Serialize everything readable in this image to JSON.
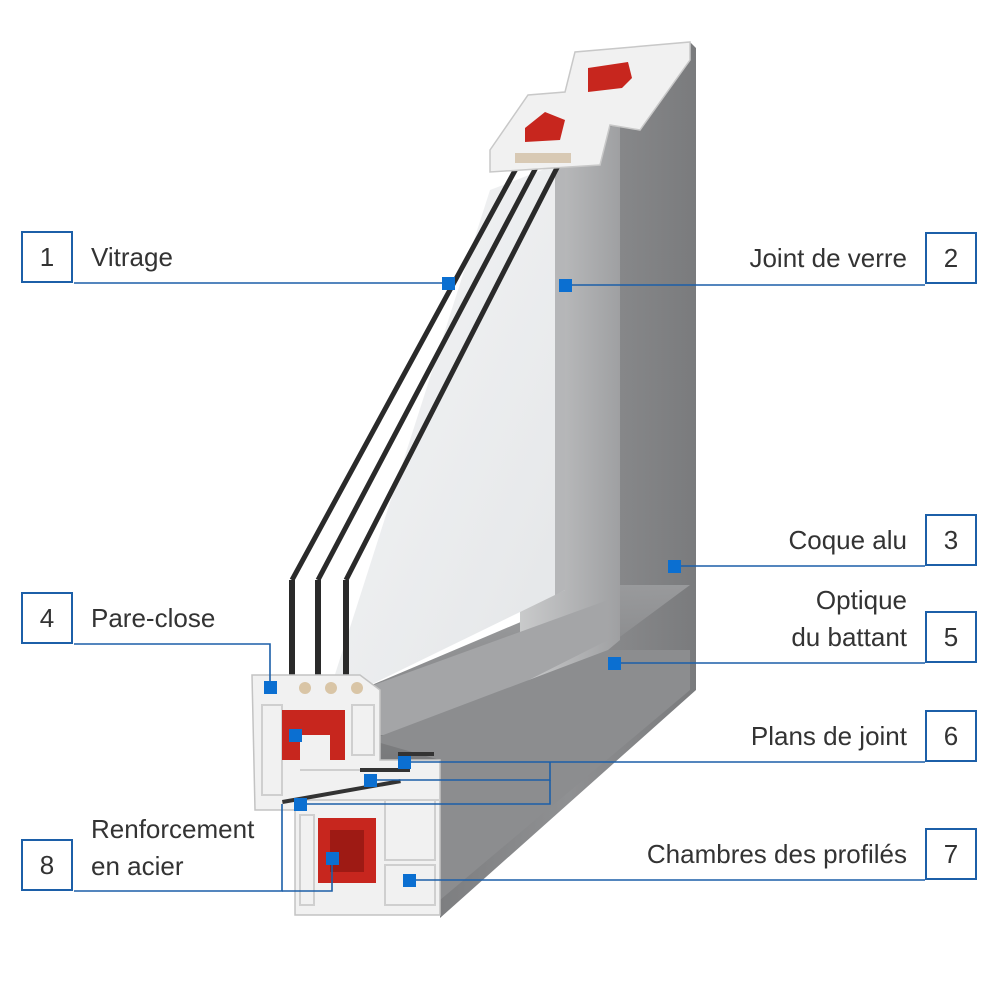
{
  "colors": {
    "accent": "#1c5fa8",
    "marker": "#0b6fd1",
    "aluminium": "#8a8b8d",
    "steel_reinforcement": "#c7261e",
    "pvc": "#f2f2f2",
    "text": "#333333"
  },
  "callouts": [
    {
      "number": "1",
      "lines": [
        "Vitrage"
      ]
    },
    {
      "number": "2",
      "lines": [
        "Joint de verre"
      ]
    },
    {
      "number": "3",
      "lines": [
        "Coque alu"
      ]
    },
    {
      "number": "4",
      "lines": [
        "Pare-close"
      ]
    },
    {
      "number": "5",
      "lines": [
        "Optique",
        "du battant"
      ]
    },
    {
      "number": "6",
      "lines": [
        "Plans de joint"
      ]
    },
    {
      "number": "7",
      "lines": [
        "Chambres des profilés"
      ]
    },
    {
      "number": "8",
      "lines": [
        "Renforcement",
        "en acier"
      ]
    }
  ]
}
